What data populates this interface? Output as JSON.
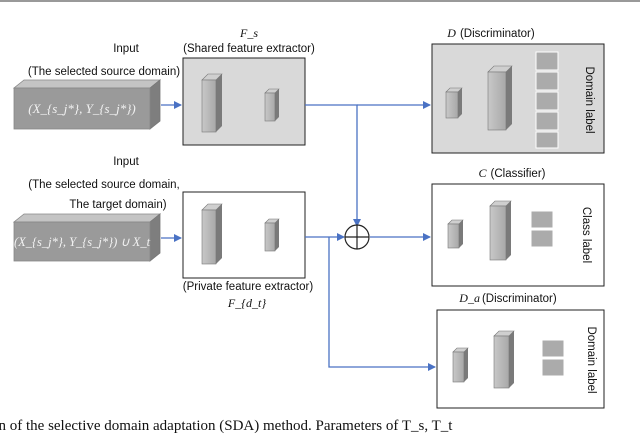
{
  "input_top": {
    "title": "Input",
    "subtitle": "(The selected source domain)",
    "tensor": "(X_{s_j*}, Y_{s_j*})"
  },
  "input_bottom": {
    "title": "Input",
    "subtitle_line1": "(The selected source domain,",
    "subtitle_line2": "The target domain)",
    "tensor": "(X_{s_j*}, Y_{s_j*}) ∪ X_t"
  },
  "shared_extractor": {
    "symbol": "F_s",
    "label": "(Shared feature extractor)"
  },
  "private_extractor": {
    "label": "(Private feature extractor)",
    "symbol": "F_{d_t}"
  },
  "discriminator_top": {
    "symbol": "D",
    "label": "(Discriminator)",
    "side_label": "Domain label"
  },
  "classifier": {
    "symbol": "C",
    "label": "(Classifier)",
    "side_label": "Class label"
  },
  "discriminator_bottom": {
    "symbol": "D_a",
    "label": "(Discriminator)",
    "side_label": "Domain label"
  },
  "caption": {
    "text": "ation of the selective domain adaptation (SDA) method. Parameters of T_s, T_t"
  },
  "colors": {
    "arrow": "#4a72c4",
    "shared_fill": "#d9d9d9",
    "tensor_fill": "#9a9a9a"
  }
}
